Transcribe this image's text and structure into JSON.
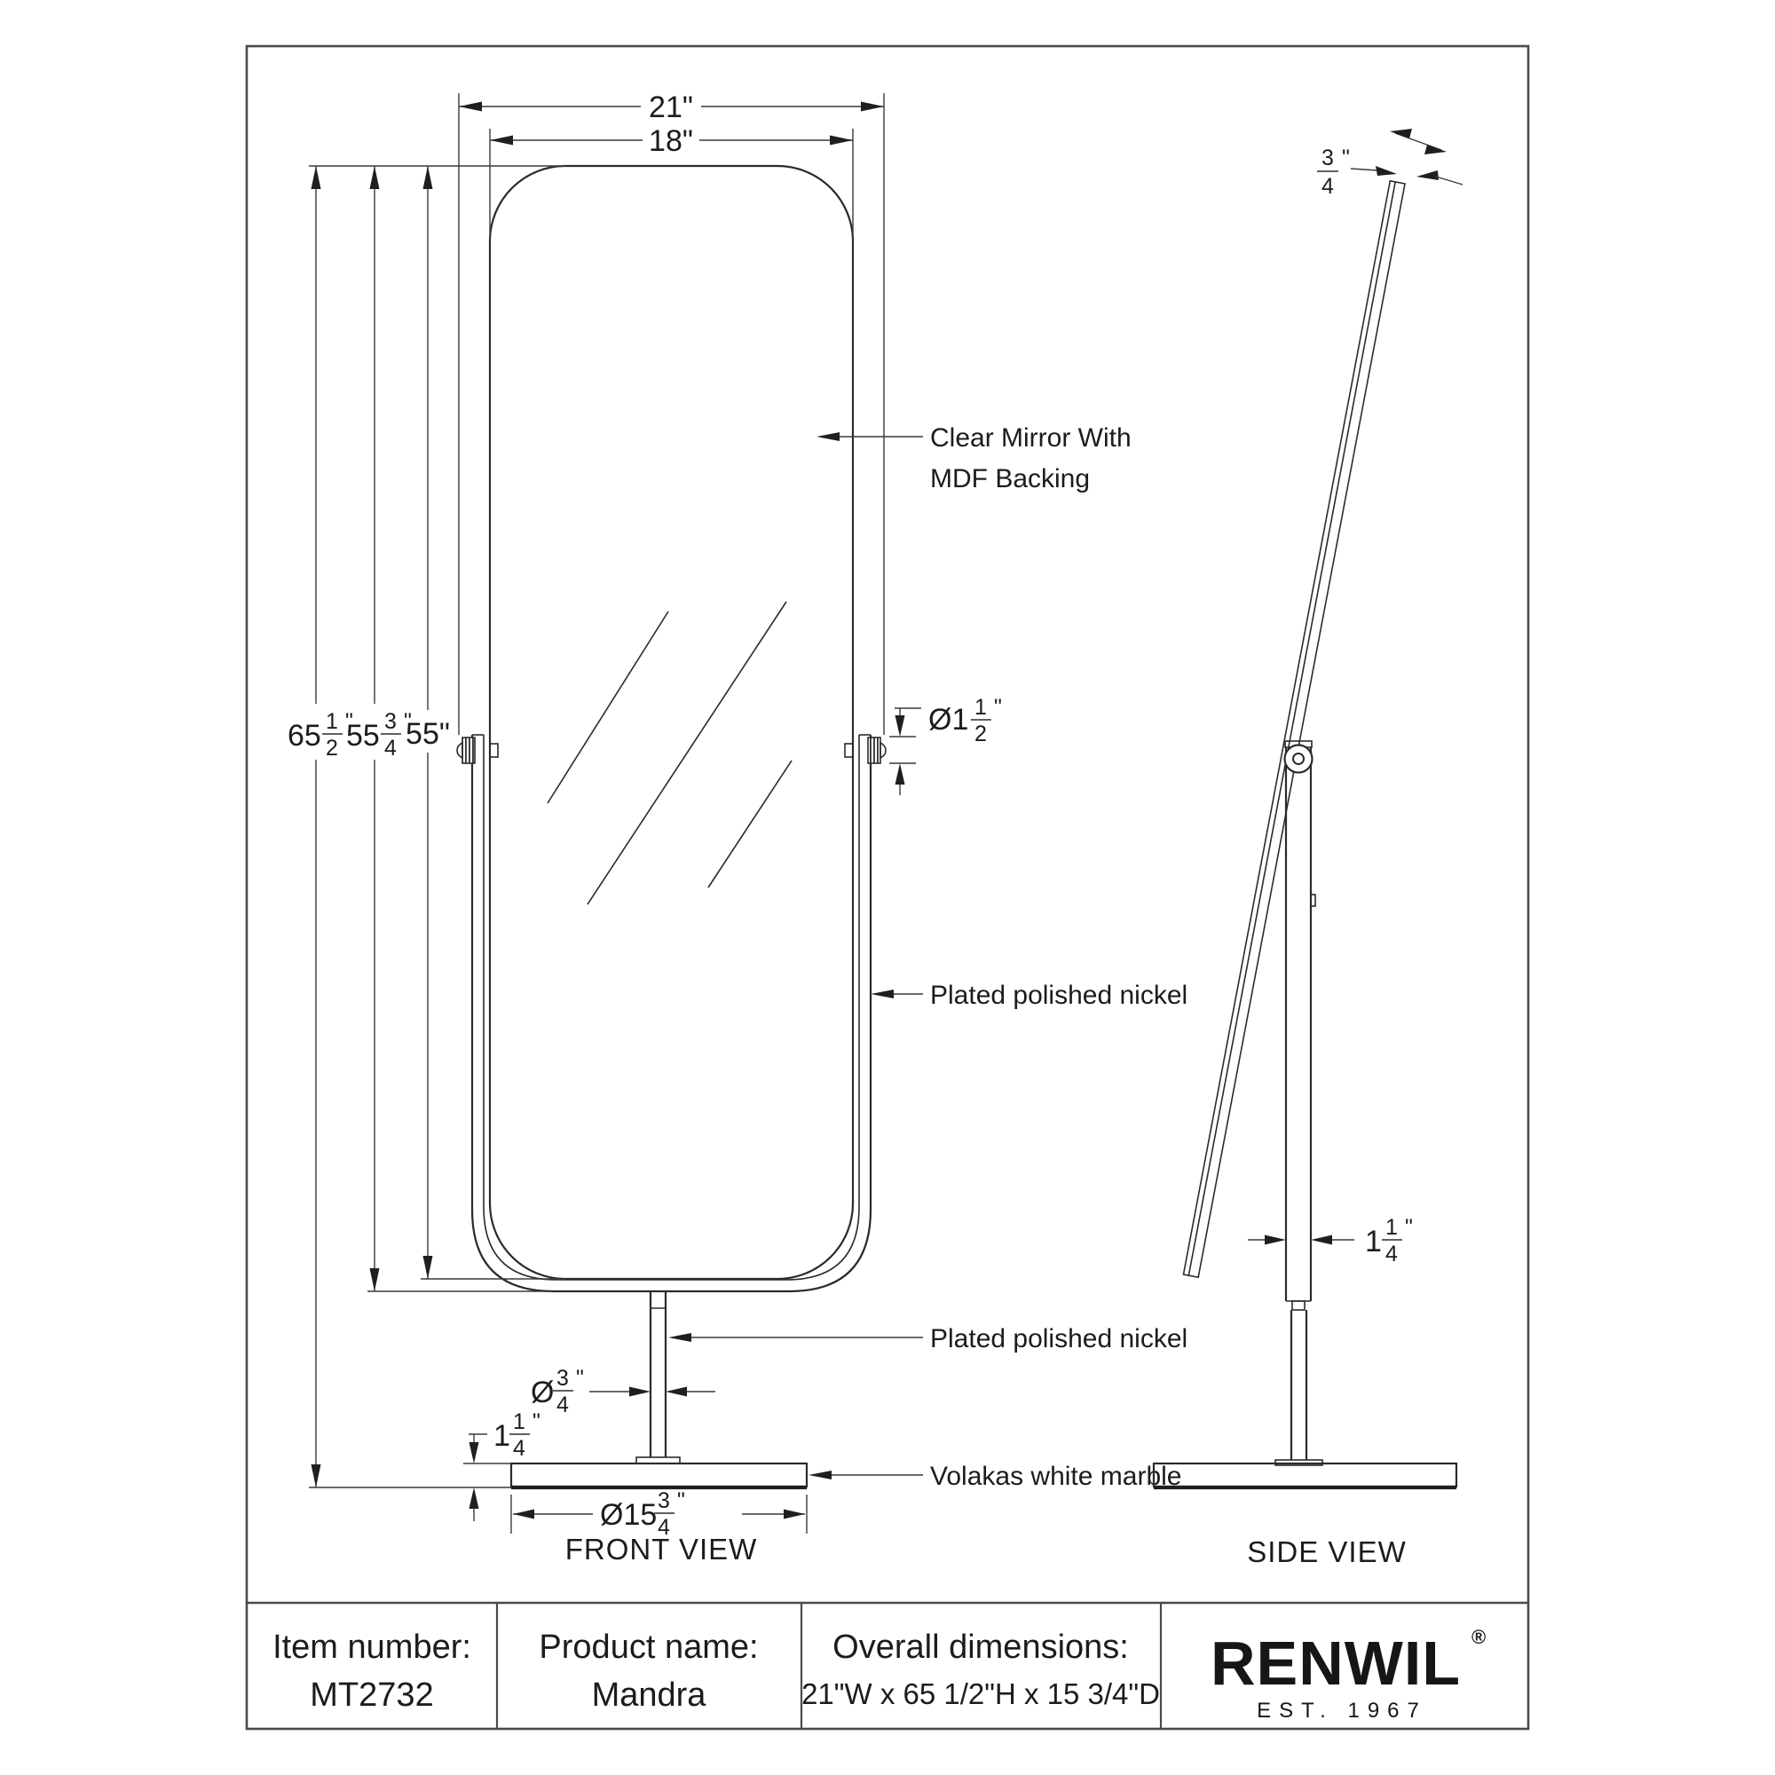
{
  "sheet": {
    "background": "#ffffff",
    "line_color": "#2b2b2b"
  },
  "front_view": {
    "caption": "FRONT VIEW",
    "labels": {
      "mirror_line1": "Clear Mirror With",
      "mirror_line2": "MDF Backing",
      "frame": "Plated polished nickel",
      "pole": "Plated polished nickel",
      "base": "Volakas white marble"
    },
    "dims": {
      "width_outer": "21\"",
      "width_mirror": "18\"",
      "height_overall": {
        "whole": "65",
        "num": "1",
        "den": "2",
        "suffix": "\""
      },
      "height_frame": {
        "whole": "55",
        "num": "3",
        "den": "4",
        "suffix": "\""
      },
      "height_mirror": "55\"",
      "pivot_dia": {
        "prefix": "Ø1",
        "num": "1",
        "den": "2",
        "suffix": "\""
      },
      "pole_dia": {
        "prefix": "Ø",
        "num": "3",
        "den": "4",
        "suffix": "\""
      },
      "base_height": {
        "whole": "1",
        "num": "1",
        "den": "4",
        "suffix": "\""
      },
      "base_dia": {
        "prefix": "Ø15",
        "num": "3",
        "den": "4",
        "suffix": "\""
      }
    }
  },
  "side_view": {
    "caption": "SIDE VIEW",
    "dims": {
      "mirror_thickness": {
        "num": "3",
        "den": "4",
        "suffix": "\""
      },
      "bar_width": {
        "whole": "1",
        "num": "1",
        "den": "4",
        "suffix": "\""
      }
    }
  },
  "title_block": {
    "item_label": "Item number:",
    "item_value": "MT2732",
    "product_label": "Product name:",
    "product_value": "Mandra",
    "dims_label": "Overall dimensions:",
    "dims_value": "21\"W x 65 1/2\"H x 15 3/4\"D",
    "brand": "RENWIL",
    "brand_reg": "®",
    "brand_est": "EST. 1967"
  }
}
